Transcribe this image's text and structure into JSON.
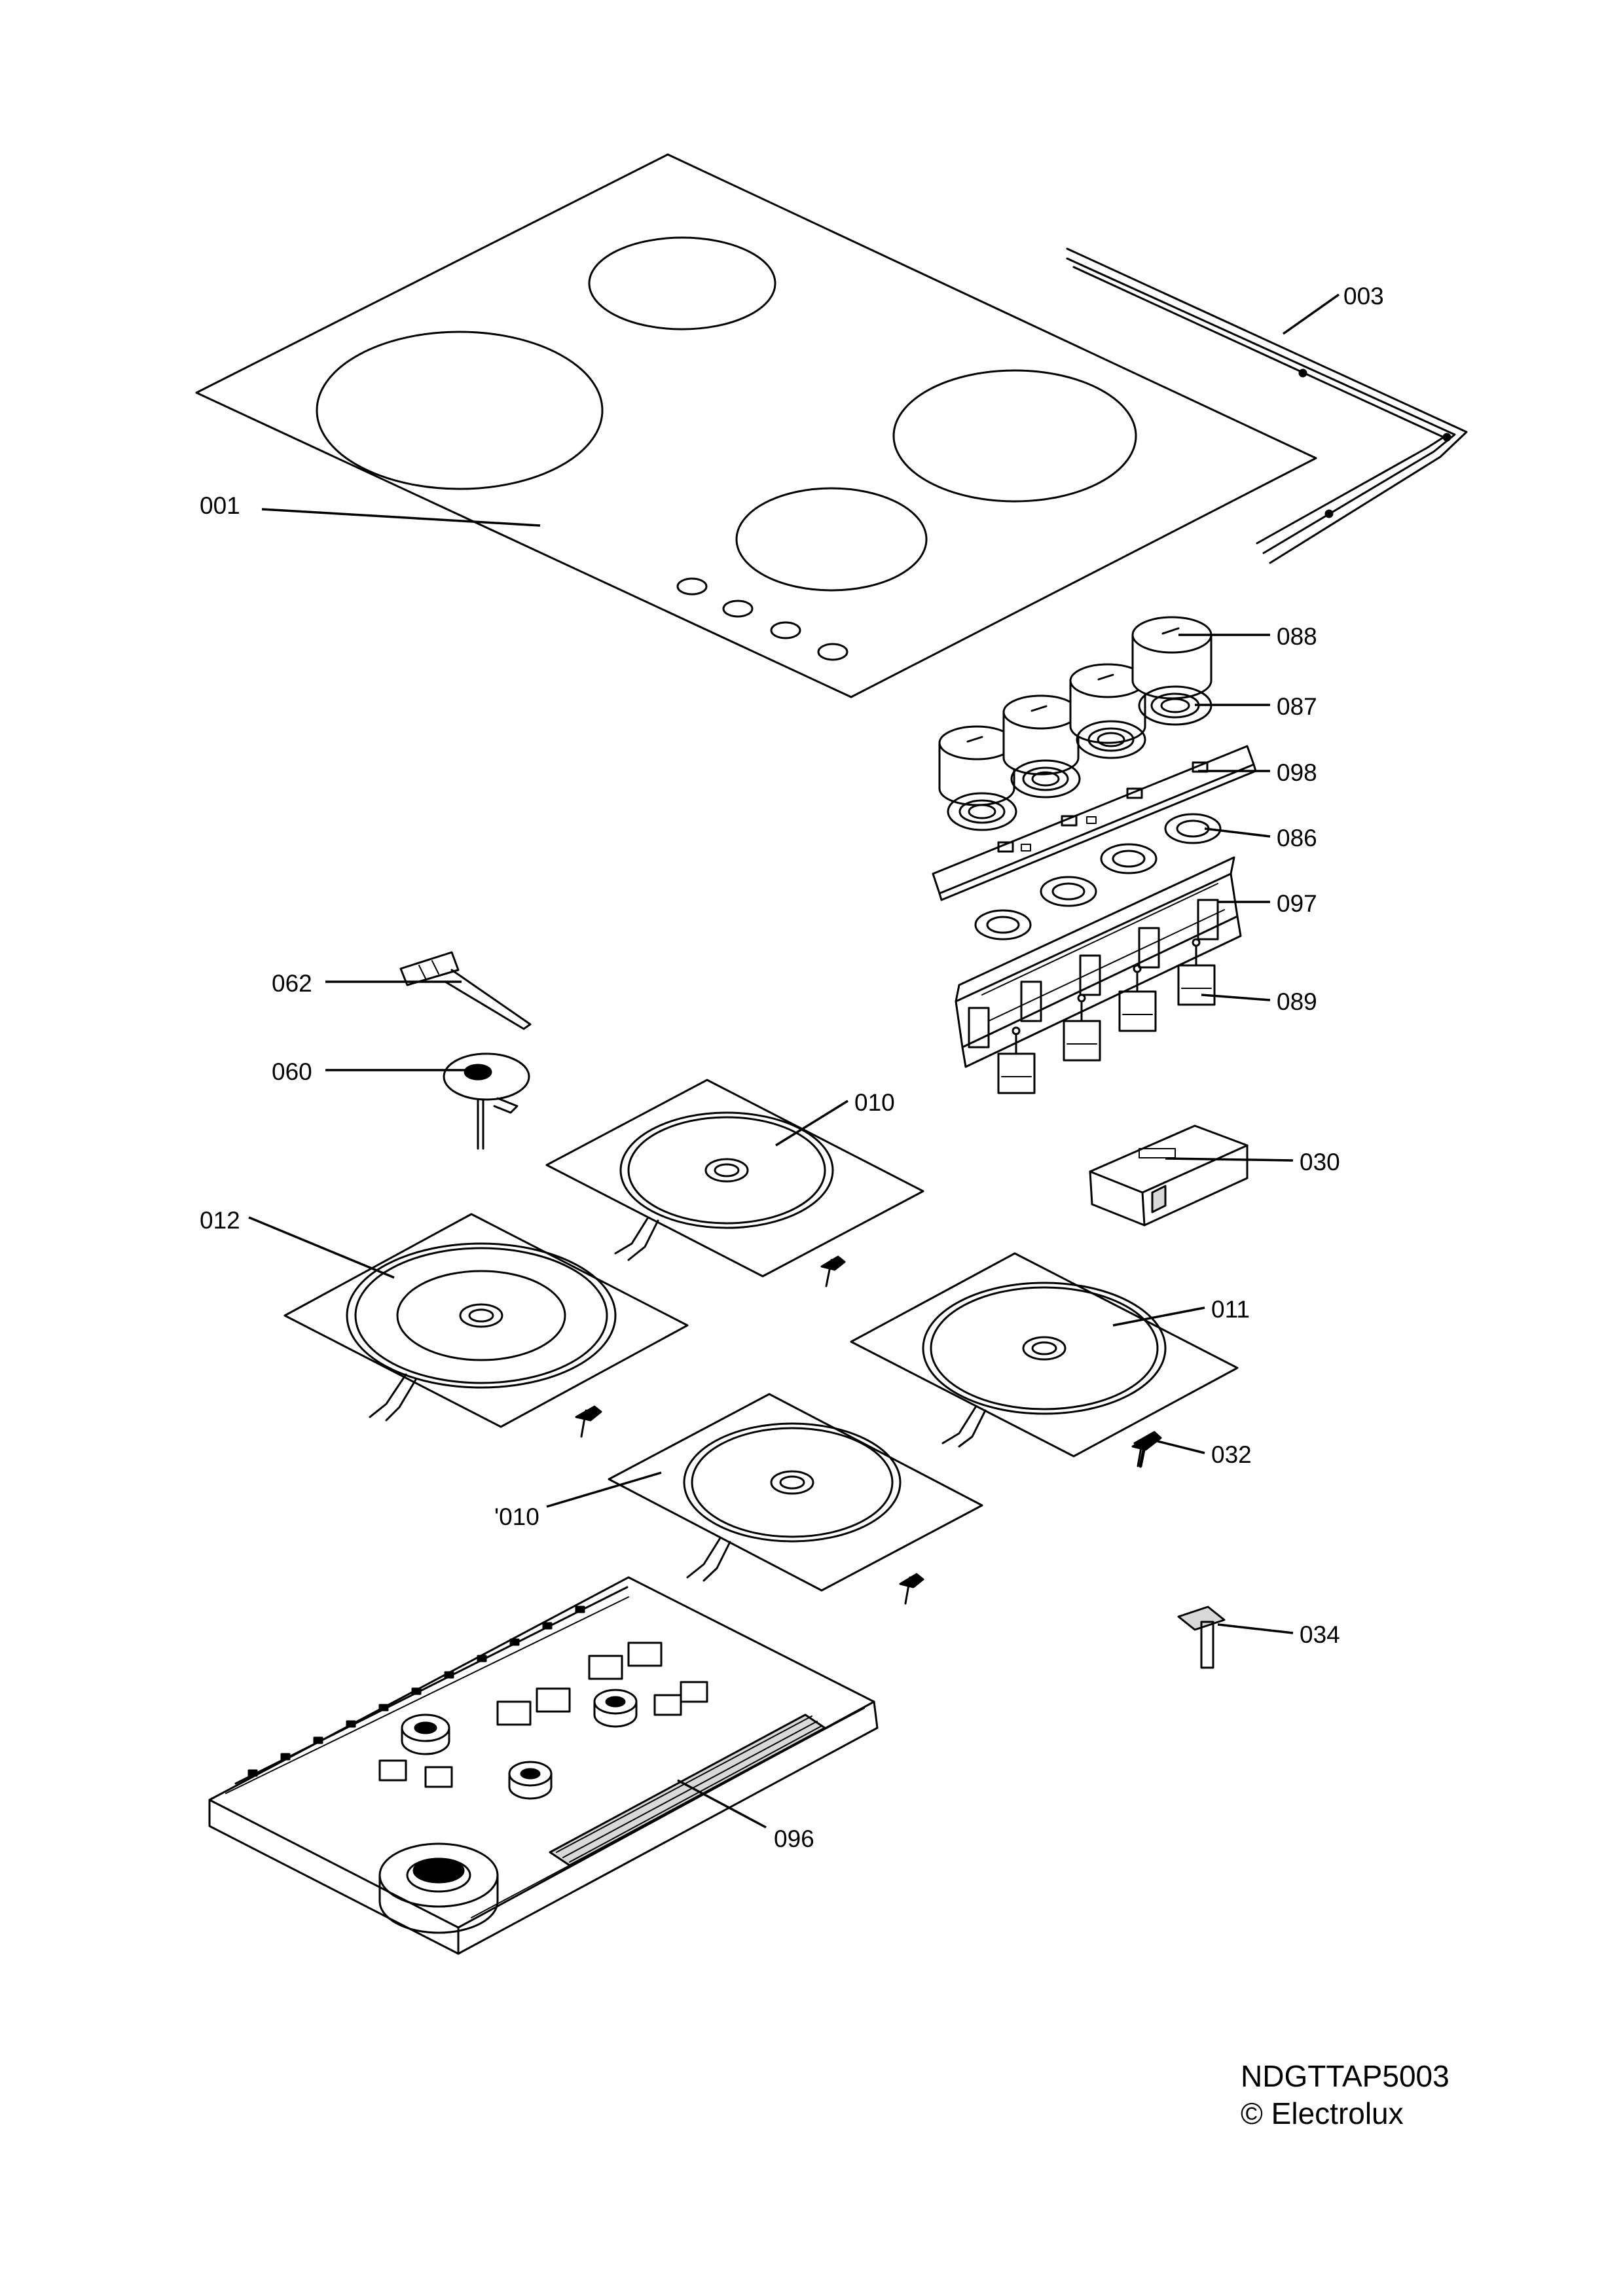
{
  "labels": {
    "p001": "001",
    "p003": "003",
    "p088": "088",
    "p087": "087",
    "p098": "098",
    "p086": "086",
    "p097": "097",
    "p089": "089",
    "p062": "062",
    "p060": "060",
    "p010a": "010",
    "p030": "030",
    "p012": "012",
    "p011": "011",
    "p032": "032",
    "p010b": "'010",
    "p034": "034",
    "p096": "096"
  },
  "footer": {
    "code": "NDGTTAP5003",
    "copyright": "© Electrolux"
  }
}
